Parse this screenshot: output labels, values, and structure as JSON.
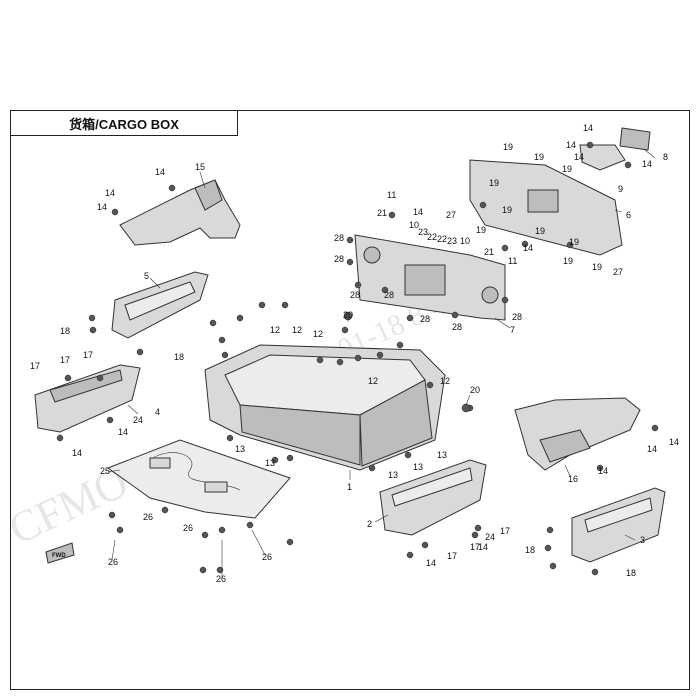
{
  "title": "货箱/CARGO BOX",
  "watermark": "CFMOTO",
  "watermark_right": "2021-01-18 8:46",
  "badge": "FWD",
  "callouts": {
    "c1": "1",
    "c2": "2",
    "c3": "3",
    "c4": "4",
    "c5": "5",
    "c6": "6",
    "c7": "7",
    "c8": "8",
    "c9": "9",
    "c10": "10",
    "c11": "11",
    "c12": "12",
    "c13": "13",
    "c14": "14",
    "c15": "15",
    "c16": "16",
    "c17": "17",
    "c18": "18",
    "c19": "19",
    "c20": "20",
    "c21": "21",
    "c22": "22",
    "c23": "23",
    "c24": "24",
    "c25": "25",
    "c26": "26",
    "c27": "27",
    "c28": "28"
  }
}
